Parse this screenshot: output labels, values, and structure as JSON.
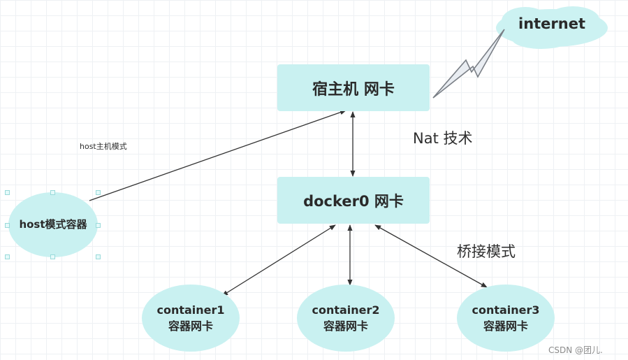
{
  "nodes": {
    "internet": "internet",
    "host_nic": "宿主机 网卡",
    "docker0": "docker0 网卡",
    "host_container": "host模式容器",
    "container1": {
      "name": "container1",
      "nic": "容器网卡"
    },
    "container2": {
      "name": "container2",
      "nic": "容器网卡"
    },
    "container3": {
      "name": "container3",
      "nic": "容器网卡"
    }
  },
  "labels": {
    "nat": "Nat 技术",
    "bridge": "桥接模式",
    "host_mode": "host主机模式"
  },
  "watermark": "CSDN @团儿.",
  "colors": {
    "node_fill": "#c9f1f1",
    "cloud_fill": "#ccf2f2",
    "line": "#333333",
    "lightning_fill": "#e9edf2",
    "lightning_stroke": "#7a7f86"
  }
}
